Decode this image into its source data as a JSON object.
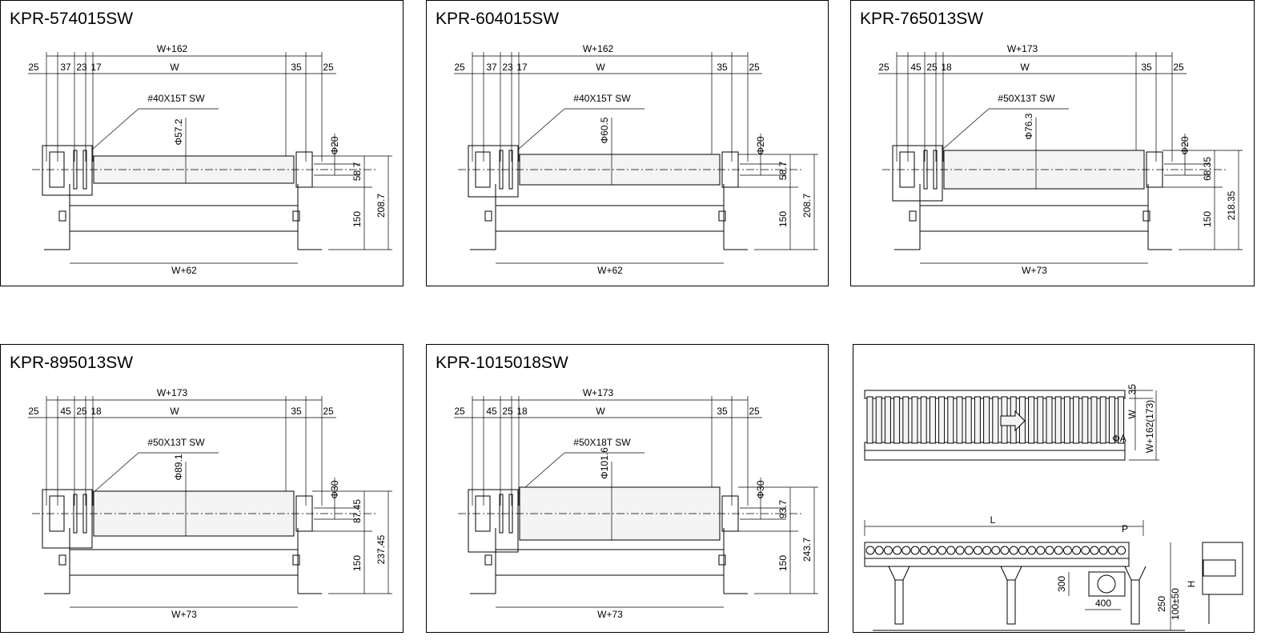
{
  "panels": [
    {
      "title": "KPR-574015SW",
      "overall": "W+162",
      "dims": [
        "25",
        "37",
        "23",
        "17",
        "W",
        "35",
        "25"
      ],
      "sprocket": "#40X15T SW",
      "roller_dia": "Φ57.2",
      "shaft_dia": "Φ20",
      "h1": "58.7",
      "h2": "150",
      "h3": "208.7",
      "bottom": "W+62"
    },
    {
      "title": "KPR-604015SW",
      "overall": "W+162",
      "dims": [
        "25",
        "37",
        "23",
        "17",
        "W",
        "35",
        "25"
      ],
      "sprocket": "#40X15T SW",
      "roller_dia": "Φ60.5",
      "shaft_dia": "Φ20",
      "h1": "58.7",
      "h2": "150",
      "h3": "208.7",
      "bottom": "W+62"
    },
    {
      "title": "KPR-765013SW",
      "overall": "W+173",
      "dims": [
        "25",
        "45",
        "25",
        "18",
        "W",
        "35",
        "25"
      ],
      "sprocket": "#50X13T SW",
      "roller_dia": "Φ76.3",
      "shaft_dia": "Φ20",
      "h1": "68.35",
      "h2": "150",
      "h3": "218.35",
      "bottom": "W+73"
    },
    {
      "title": "KPR-895013SW",
      "overall": "W+173",
      "dims": [
        "25",
        "45",
        "25",
        "18",
        "W",
        "35",
        "25"
      ],
      "sprocket": "#50X13T SW",
      "roller_dia": "Φ89.1",
      "shaft_dia": "Φ30",
      "h1": "87.45",
      "h2": "150",
      "h3": "237.45",
      "bottom": "W+73"
    },
    {
      "title": "KPR-1015018SW",
      "overall": "W+173",
      "dims": [
        "25",
        "45",
        "25",
        "18",
        "W",
        "35",
        "25"
      ],
      "sprocket": "#50X18T SW",
      "roller_dia": "Φ101.6",
      "shaft_dia": "Φ30",
      "h1": "93.7",
      "h2": "150",
      "h3": "243.7",
      "bottom": "W+73"
    }
  ],
  "overview": {
    "top_35": "35",
    "top_w": "W",
    "top_phi": "ΦA",
    "top_total": "W+162(173)",
    "side_l": "L",
    "side_p": "P",
    "motor_300": "300",
    "motor_400": "400",
    "motor_250": "250",
    "adjust": "100±50",
    "height": "H"
  }
}
